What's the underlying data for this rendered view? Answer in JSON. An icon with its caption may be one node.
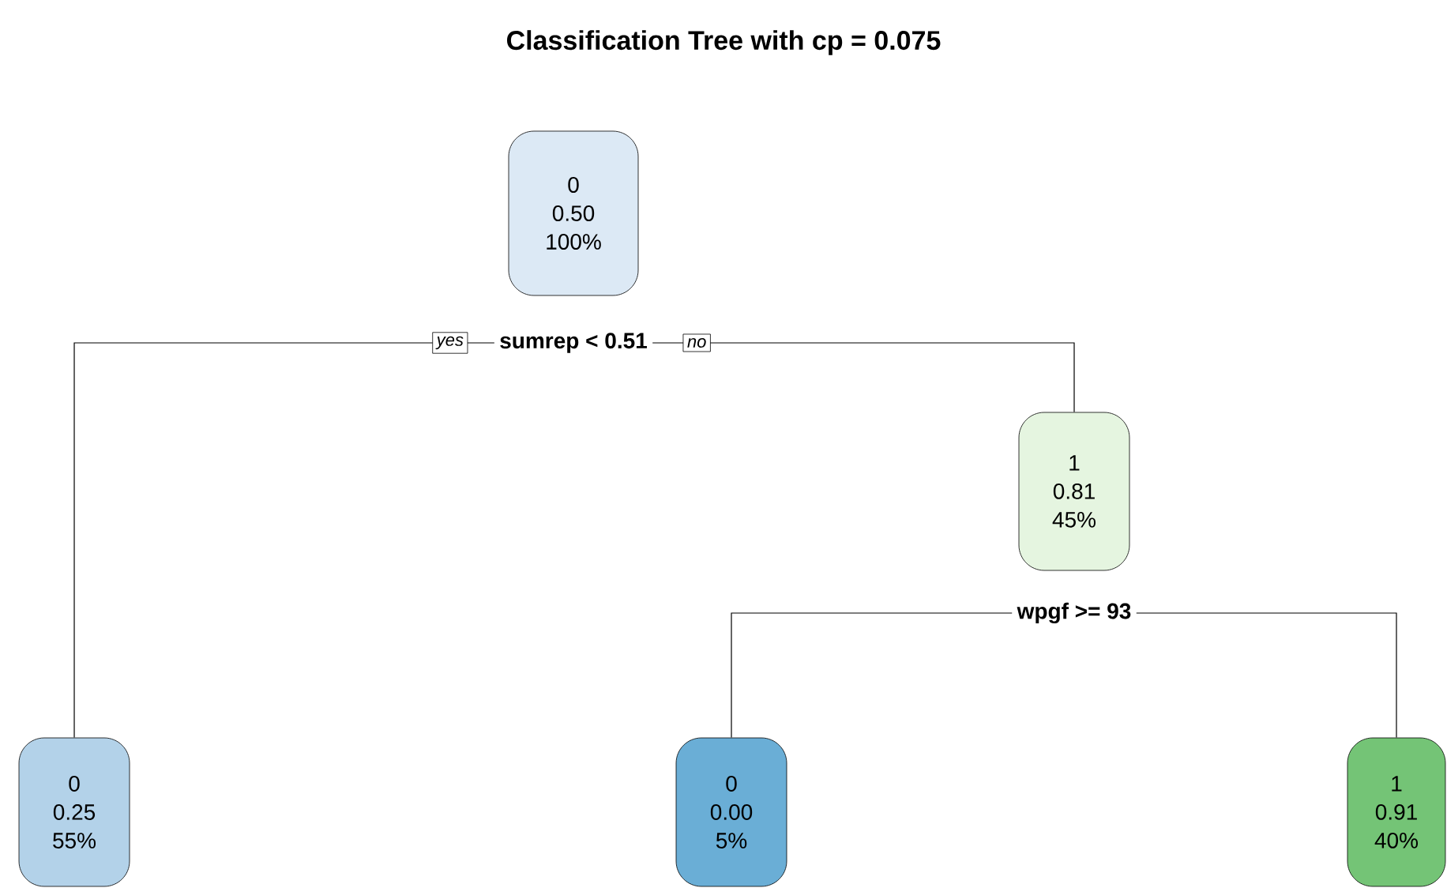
{
  "diagram": {
    "title": "Classification Tree with cp = 0.075",
    "nodes": [
      {
        "text": [
          "0",
          "0.50",
          "100%"
        ],
        "beside": [
          "sumrep < 0.51"
        ]
      },
      {
        "text": [
          "0",
          "0.25",
          "55%"
        ]
      },
      {
        "text": [
          "1",
          "0.81",
          "45%"
        ],
        "beside": [
          "wpgf >= 93"
        ]
      },
      {
        "text": [
          "0",
          "0.00",
          "5%"
        ]
      },
      {
        "text": [
          "1",
          "0.91",
          "40%"
        ]
      }
    ],
    "edges": [
      {
        "from": 0,
        "to": 1,
        "arrow": "none",
        "label": "yes"
      },
      {
        "from": 0,
        "to": 2,
        "arrow": "none",
        "label": "no"
      },
      {
        "from": 2,
        "to": 3,
        "arrow": "none"
      },
      {
        "from": 2,
        "to": 4,
        "arrow": "none"
      }
    ]
  }
}
